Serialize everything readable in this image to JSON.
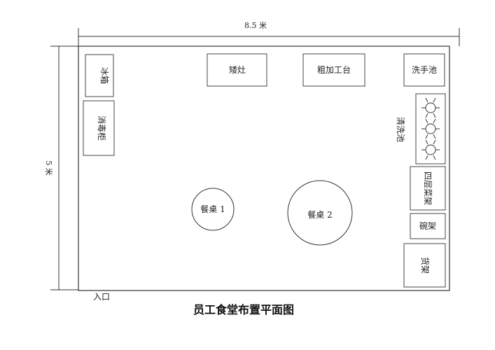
{
  "dimensions": {
    "width_label": "8.5 米",
    "height_label": "5 米"
  },
  "fixtures": {
    "fridge": "冰箱",
    "disinfection_cabinet": "消毒柜",
    "stove": "矮灶",
    "rough_prep_table": "粗加工台",
    "handwash_sink": "洗手池",
    "washing_sink": "清洗池",
    "four_tier_rack": "四层菜架",
    "bowl_rack": "碗架",
    "goods_rack": "货架"
  },
  "tables": {
    "table1": "餐桌 1",
    "table2": "餐桌 2"
  },
  "entrance": "入口",
  "title": "员工食堂布置平面图"
}
